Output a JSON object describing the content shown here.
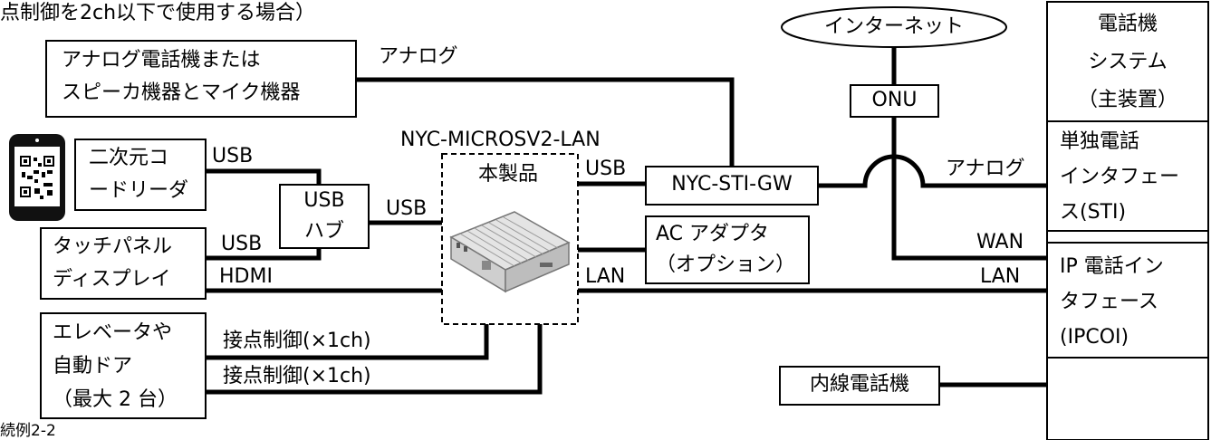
{
  "header_note": "点制御を2ch以下で使用する場合）",
  "footer_note": "続例2-2",
  "internet": "インターネット",
  "onu": "ONU",
  "analog_phone": [
    "アナログ電話機または",
    "スピーカ機器とマイク機器"
  ],
  "analog_label": "アナログ",
  "pbx_title": [
    "電話機",
    "システム",
    "（主装置）"
  ],
  "sti_box": [
    "単独電話",
    "インタフェー",
    "ス(STI)"
  ],
  "ipcoi_box": [
    "IP 電話イン",
    "タフェース",
    "(IPCOI)"
  ],
  "ext_phone": "内線電話機",
  "qr_reader": [
    "二次元コ",
    "ードリーダ"
  ],
  "touch_panel": [
    "タッチパネル",
    "ディスプレイ"
  ],
  "elevator": [
    "エレベータや",
    "自動ドア",
    "（最大 2 台）"
  ],
  "usb_hub": [
    "USB",
    "ハブ"
  ],
  "product_model": "NYC-MICROSV2-LAN",
  "product_name": "本製品",
  "sti_gw": "NYC-STI-GW",
  "ac_adapter": [
    "AC アダプタ",
    "（オプション）"
  ],
  "line_labels": {
    "usb_qr": "USB",
    "usb_touch": "USB",
    "usb_hub_out": "USB",
    "usb_product": "USB",
    "hdmi": "HDMI",
    "lan_product": "LAN",
    "lan_ipcoi": "LAN",
    "wan": "WAN",
    "analog_sti": "アナログ",
    "contact_1": "接点制御(×1ch)",
    "contact_2": "接点制御(×1ch)"
  }
}
